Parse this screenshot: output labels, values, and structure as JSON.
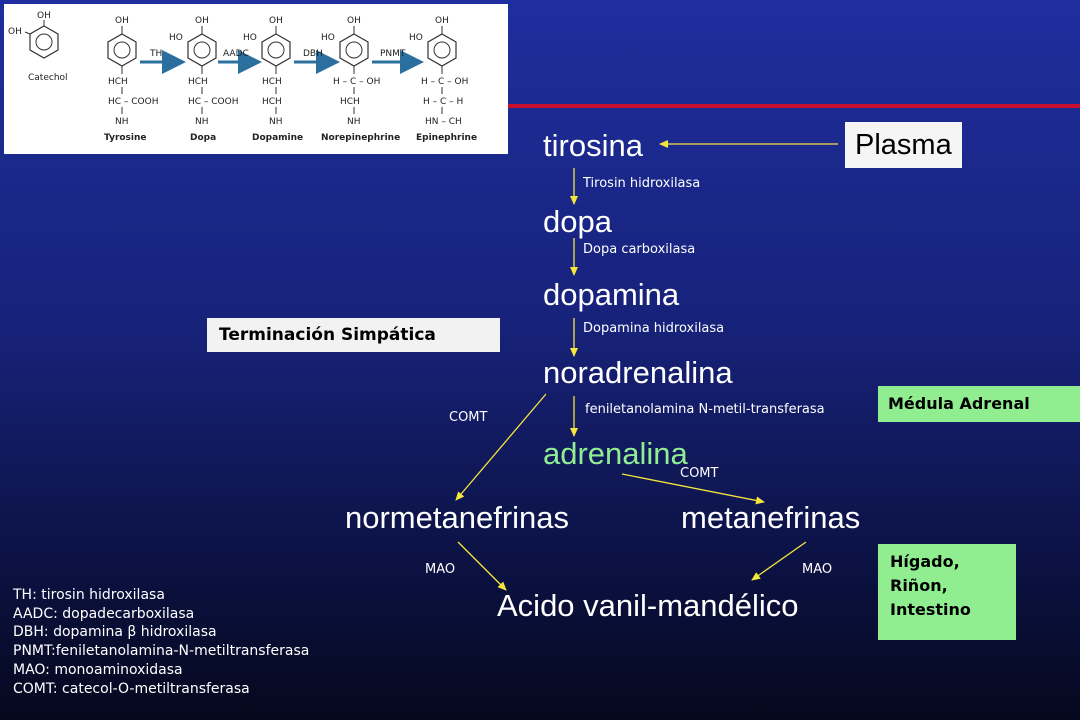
{
  "diagram": {
    "structures": {
      "catechol": "Catechol",
      "tyrosine": "Tyrosine",
      "dopa": "Dopa",
      "dopamine": "Dopamine",
      "norepinephrine": "Norepinephrine",
      "epinephrine": "Epinephrine",
      "enzymes": [
        "TH",
        "AADC",
        "DBH",
        "PNMT"
      ],
      "oh": "OH",
      "ho": "HO",
      "hch": "HCH",
      "hc_cooh": "HC – COOH",
      "nh2": "NH",
      "h_c_oh": "H – C – OH",
      "h_c_h": "H – C – H",
      "hn_ch3": "HN – CH"
    },
    "pathway": {
      "tirosina": "tirosina",
      "dopa": "dopa",
      "dopamina": "dopamina",
      "noradrenalina": "noradrenalina",
      "adrenalina": "adrenalina",
      "normetanefrinas": "normetanefrinas",
      "metanefrinas": "metanefrinas",
      "acido": "Acido vanil-mandélico"
    },
    "enzyme_labels": {
      "step1": "Tirosin hidroxilasa",
      "step2": "Dopa carboxilasa",
      "step3": "Dopamina hidroxilasa",
      "step4": "feniletanolamina N-metil-transferasa",
      "comt_left": "COMT",
      "comt_right": "COMT",
      "mao_left": "MAO",
      "mao_right": "MAO"
    },
    "tissues": {
      "plasma": "Plasma",
      "terminacion": "Terminación Simpática",
      "medula": "Médula Adrenal",
      "higado": [
        "Hígado,",
        "Riñon,",
        "Intestino"
      ]
    },
    "legend": [
      "TH: tirosin hidroxilasa",
      "AADC: dopadecarboxilasa",
      "DBH: dopamina β hidroxilasa",
      "PNMT:feniletanolamina-N-metiltransferasa",
      "MAO: monoaminoxidasa",
      "COMT: catecol-O-metiltransferasa"
    ],
    "colors": {
      "background": "#1f2e9e",
      "arrow": "#f5e63c",
      "highlight": "#90ee90",
      "accent_bar": "#c8102e"
    }
  }
}
